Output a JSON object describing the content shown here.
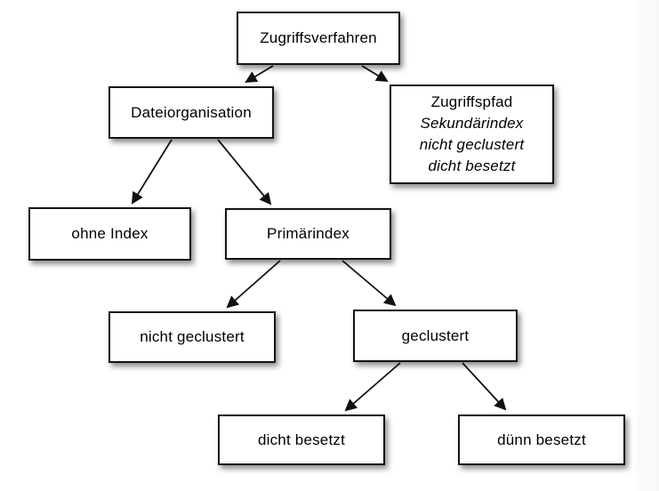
{
  "diagram": {
    "title": "Zugriffsverfahren tree",
    "colors": {
      "box_border": "#141414",
      "box_fill": "#ffffff",
      "arrow": "#111111",
      "background": "#ffffff",
      "right_strip": "#f8f8f8"
    },
    "nodes": {
      "zugriffsverfahren": {
        "label": "Zugriffsverfahren"
      },
      "dateiorganisation": {
        "label": "Dateiorganisation"
      },
      "zugriffspfad": {
        "lines": [
          "Zugriffspfad",
          "Sekundärindex",
          "nicht geclustert",
          "dicht besetzt"
        ]
      },
      "ohne_index": {
        "label": "ohne Index"
      },
      "primaerindex": {
        "label": "Primärindex"
      },
      "nicht_geclustert": {
        "label": "nicht geclustert"
      },
      "geclustert": {
        "label": "geclustert"
      },
      "dicht_besetzt": {
        "label": "dicht besetzt"
      },
      "duenn_besetzt": {
        "label": "dünn besetzt"
      }
    },
    "edges": [
      {
        "from": "zugriffsverfahren",
        "to": "dateiorganisation"
      },
      {
        "from": "zugriffsverfahren",
        "to": "zugriffspfad"
      },
      {
        "from": "dateiorganisation",
        "to": "ohne_index"
      },
      {
        "from": "dateiorganisation",
        "to": "primaerindex"
      },
      {
        "from": "primaerindex",
        "to": "nicht_geclustert"
      },
      {
        "from": "primaerindex",
        "to": "geclustert"
      },
      {
        "from": "geclustert",
        "to": "dicht_besetzt"
      },
      {
        "from": "geclustert",
        "to": "duenn_besetzt"
      }
    ]
  }
}
